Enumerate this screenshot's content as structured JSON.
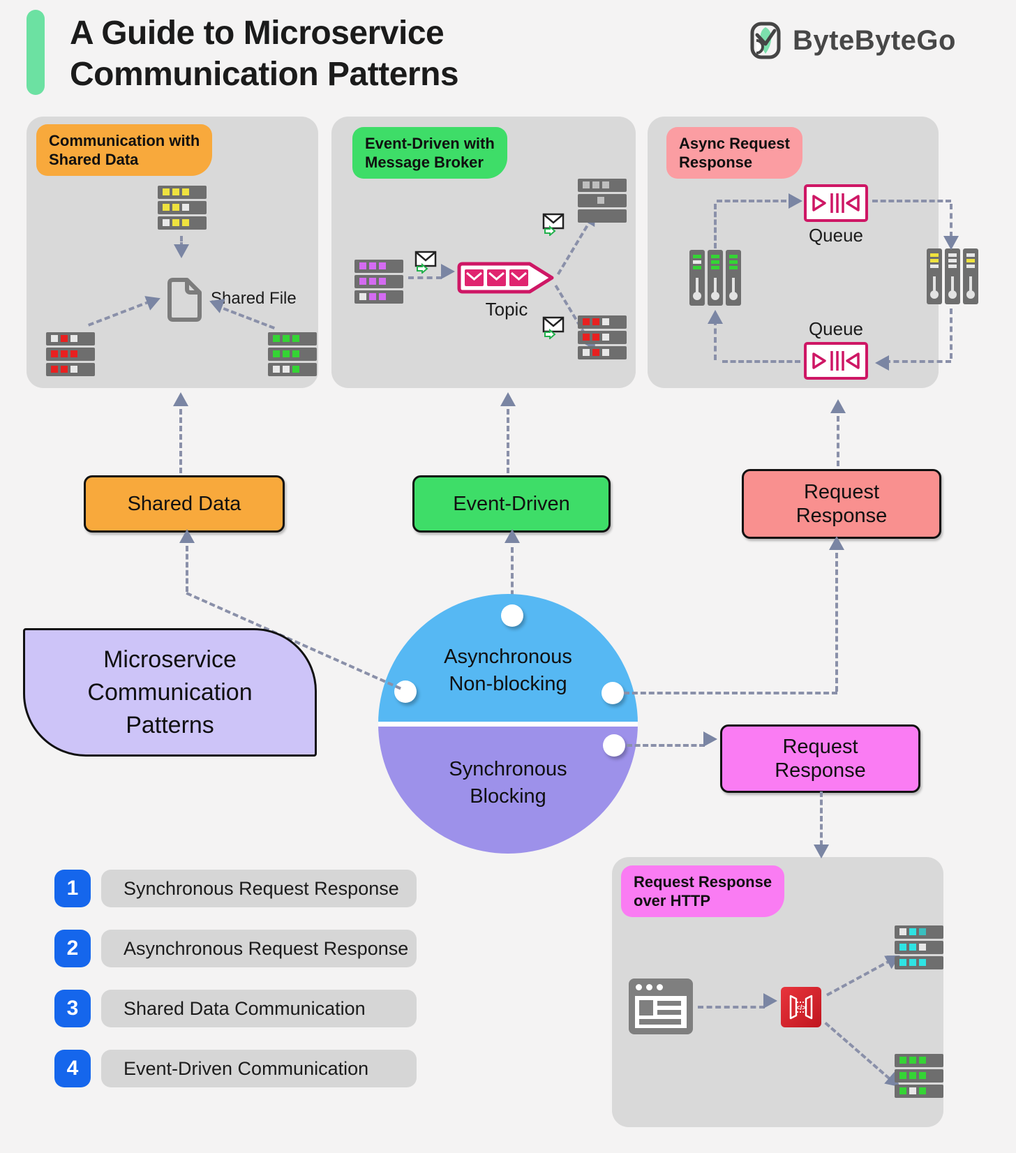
{
  "header": {
    "title_line1": "A Guide to Microservice",
    "title_line2": "Communication Patterns",
    "brand": "ByteByteGo"
  },
  "colors": {
    "background": "#F4F3F3",
    "panel_gray": "#D9D9D9",
    "orange": "#F8A93C",
    "green": "#3EDD68",
    "salmon_badge": "#FB9DA2",
    "salmon_button": "#F9908F",
    "magenta": "#FA7CF3",
    "blue_half": "#56B8F3",
    "purple_half": "#9D91EA",
    "lavender": "#CDC4F8",
    "legend_blue": "#1566EC",
    "dash": "#8A90A9",
    "queue_pink": "#CE1765",
    "api_red": "#DD2230",
    "title_bar_mint": "#6CE1A2"
  },
  "panels": {
    "shared_data": {
      "badge_line1": "Communication with",
      "badge_line2": "Shared Data",
      "file_label": "Shared File"
    },
    "event_driven": {
      "badge_line1": "Event-Driven with",
      "badge_line2": "Message Broker",
      "topic_label": "Topic"
    },
    "async_rr": {
      "badge_line1": "Async Request",
      "badge_line2": "Response",
      "queue_top_label": "Queue",
      "queue_bottom_label": "Queue"
    },
    "http_rr": {
      "badge_line1": "Request Response",
      "badge_line2": "over HTTP"
    }
  },
  "buttons": {
    "shared_data": "Shared Data",
    "event_driven": "Event-Driven",
    "async_rr_line1": "Request",
    "async_rr_line2": "Response",
    "sync_rr_line1": "Request",
    "sync_rr_line2": "Response"
  },
  "hub": {
    "line1": "Microservice",
    "line2": "Communication",
    "line3": "Patterns"
  },
  "circle": {
    "top_line1": "Asynchronous",
    "top_line2": "Non-blocking",
    "bottom_line1": "Synchronous",
    "bottom_line2": "Blocking"
  },
  "legend": {
    "items": [
      {
        "num": "1",
        "label": "Synchronous Request Response"
      },
      {
        "num": "2",
        "label": "Asynchronous Request Response"
      },
      {
        "num": "3",
        "label": "Shared Data Communication"
      },
      {
        "num": "4",
        "label": "Event-Driven Communication"
      }
    ]
  }
}
